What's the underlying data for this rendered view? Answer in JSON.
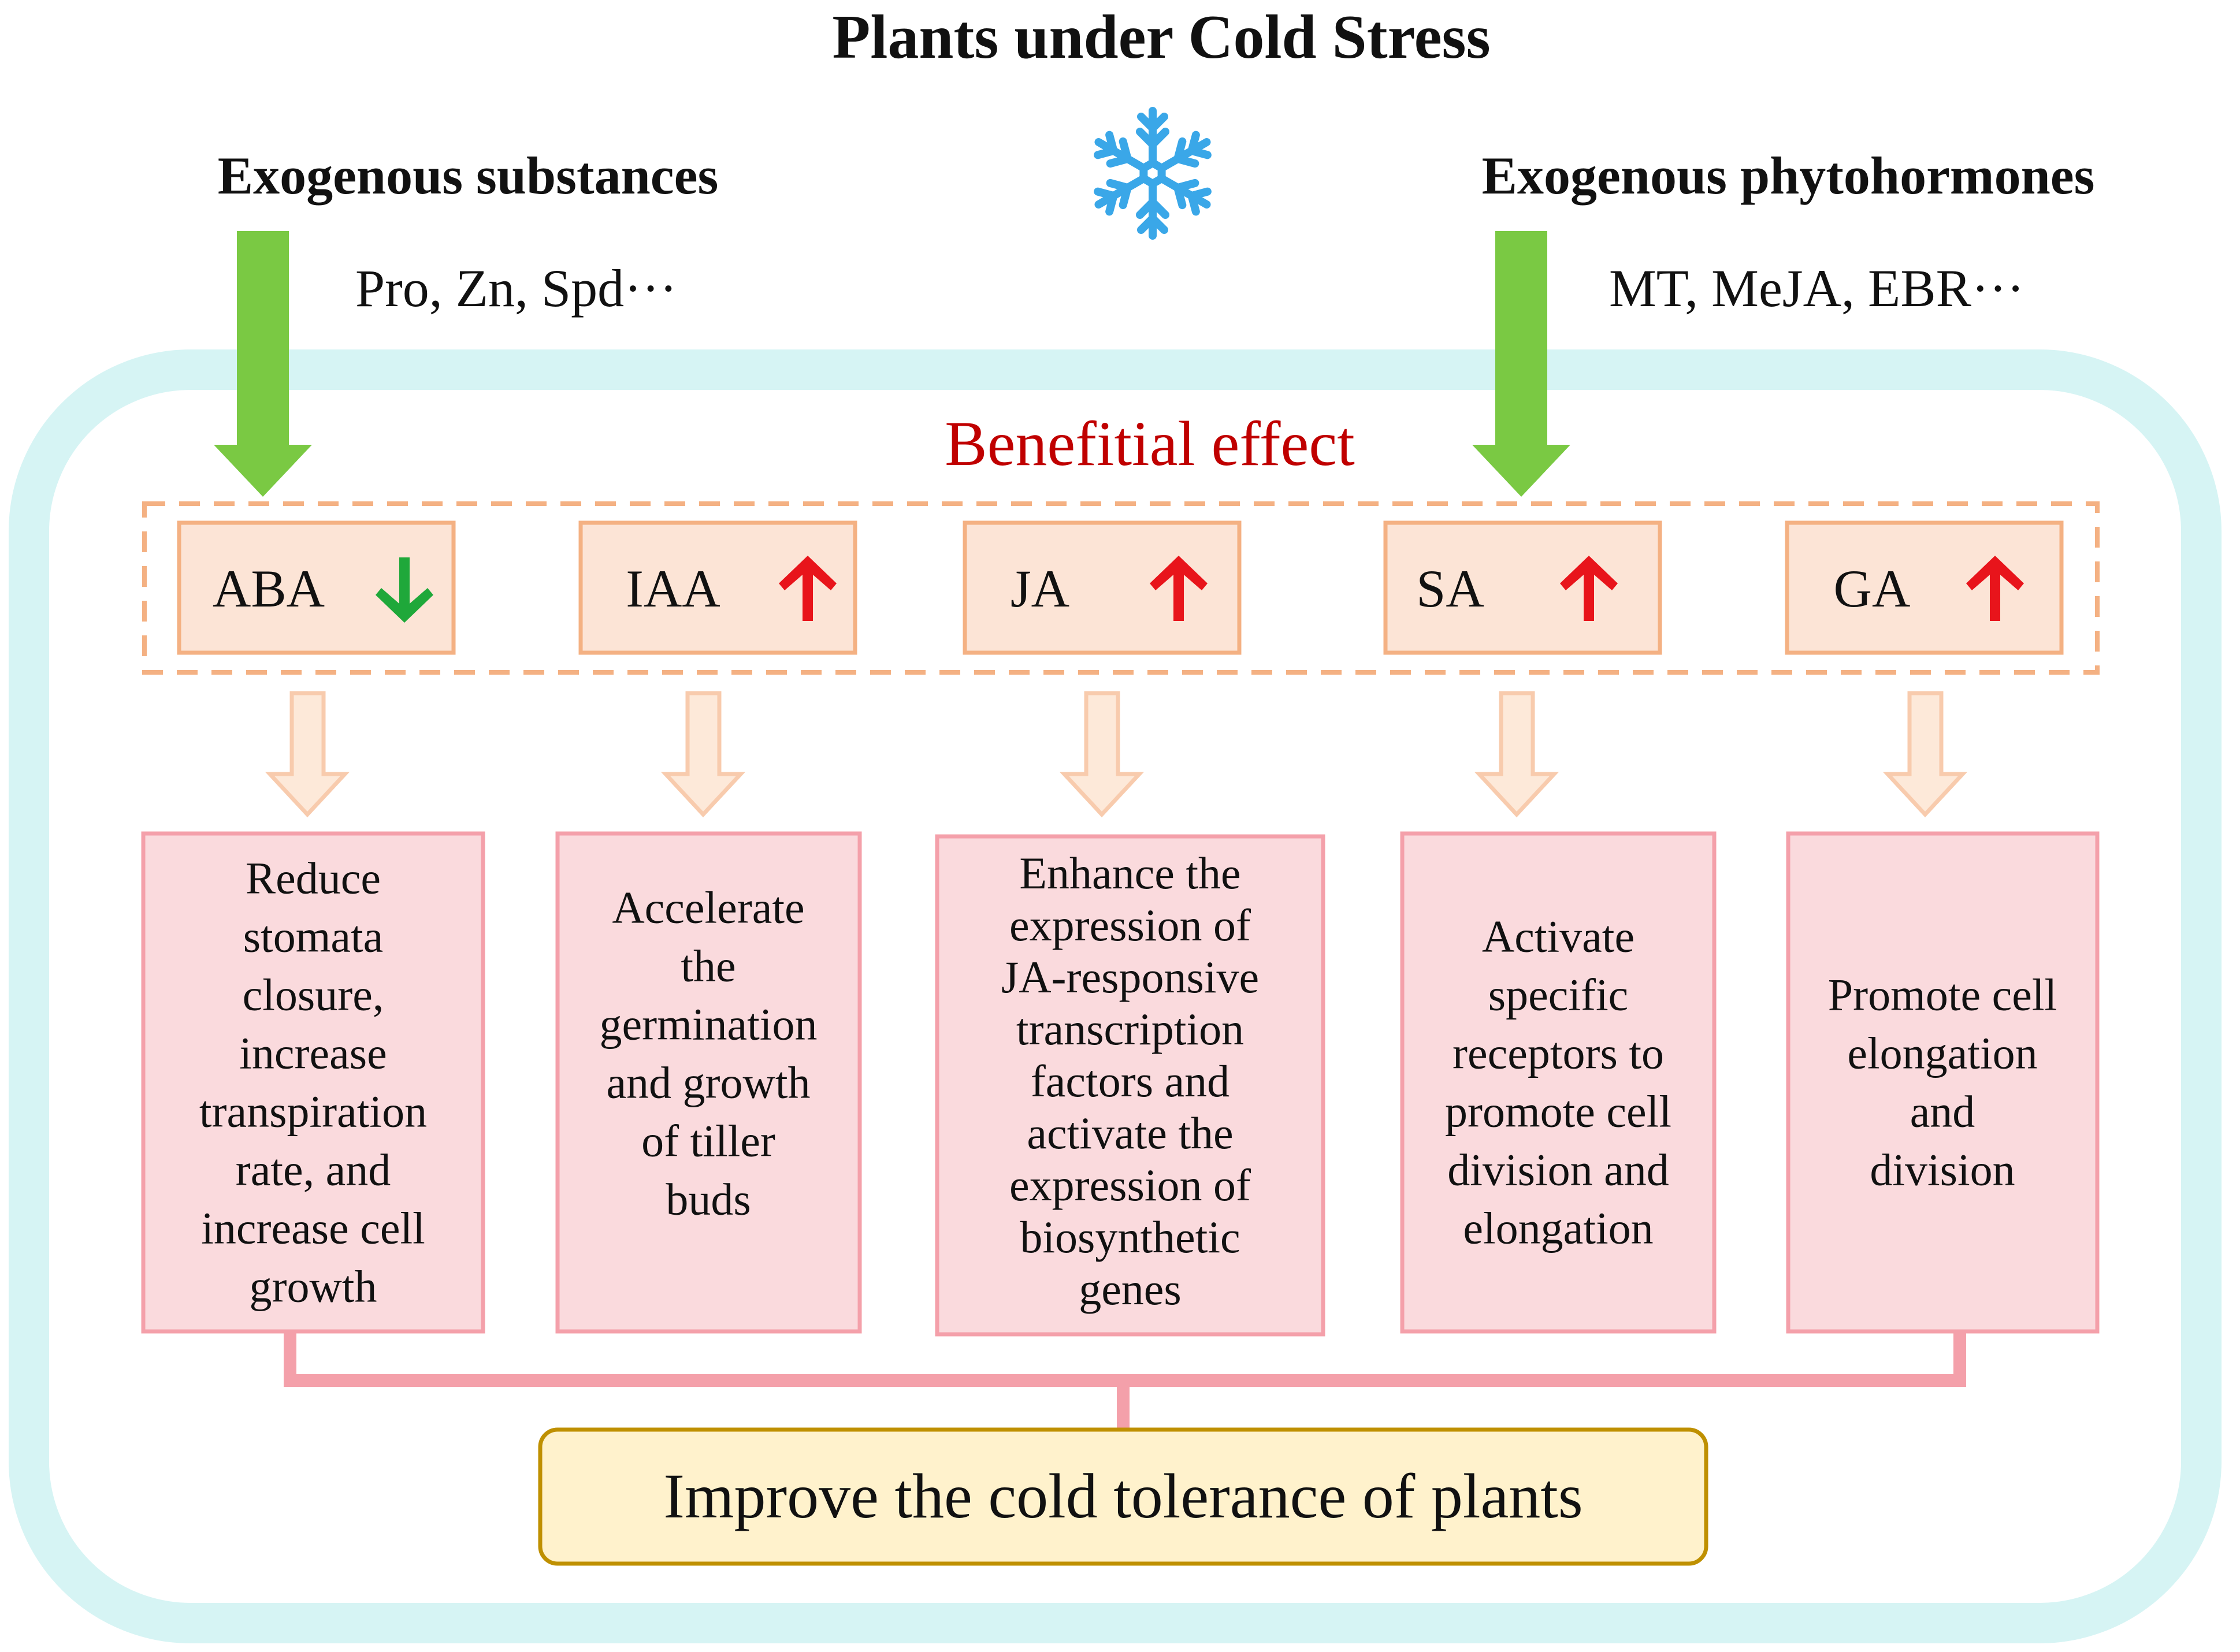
{
  "title": "Plants under Cold Stress",
  "snowflake_icon": "snowflake-icon",
  "left_source": {
    "heading": "Exogenous substances",
    "examples": "Pro, Zn, Spd···"
  },
  "right_source": {
    "heading": "Exogenous phytohormones",
    "examples": "MT, MeJA, EBR···"
  },
  "benefit_label": "Benefitial effect",
  "hormones": [
    {
      "name": "ABA",
      "direction": "down",
      "arrow_color": "#1fa83a",
      "effect_lines": [
        "Reduce",
        "stomata",
        "closure,",
        "increase",
        "transpiration",
        "rate, and",
        "increase cell",
        "growth"
      ]
    },
    {
      "name": "IAA",
      "direction": "up",
      "arrow_color": "#e8141b",
      "effect_lines": [
        "Accelerate",
        "the",
        "germination",
        "and growth",
        "of tiller",
        "buds"
      ]
    },
    {
      "name": "JA",
      "direction": "up",
      "arrow_color": "#e8141b",
      "effect_lines": [
        "Enhance the",
        "expression of",
        "JA-responsive",
        "transcription",
        "factors and",
        "activate the",
        "expression of",
        "biosynthetic",
        "genes"
      ]
    },
    {
      "name": "SA",
      "direction": "up",
      "arrow_color": "#e8141b",
      "effect_lines": [
        "Activate",
        "specific",
        "receptors to",
        "promote cell",
        "division and",
        "elongation"
      ]
    },
    {
      "name": "GA",
      "direction": "up",
      "arrow_color": "#e8141b",
      "effect_lines": [
        "Promote cell",
        "elongation",
        "and",
        "division"
      ]
    }
  ],
  "result": "Improve the cold tolerance of plants",
  "colors": {
    "outer_frame": "#d6f4f4",
    "input_arrow": "#7ac943",
    "hormone_box_fill": "#fce4d6",
    "hormone_box_stroke": "#f4b183",
    "flow_arrow_fill": "#fde9d9",
    "flow_arrow_stroke": "#f8cbad",
    "effect_box_fill": "#fadadd",
    "effect_box_stroke": "#f4a0aa",
    "connector": "#f4a0aa",
    "result_fill": "#fff2cc",
    "result_stroke": "#bf9000",
    "snowflake": "#3aa7e8"
  }
}
